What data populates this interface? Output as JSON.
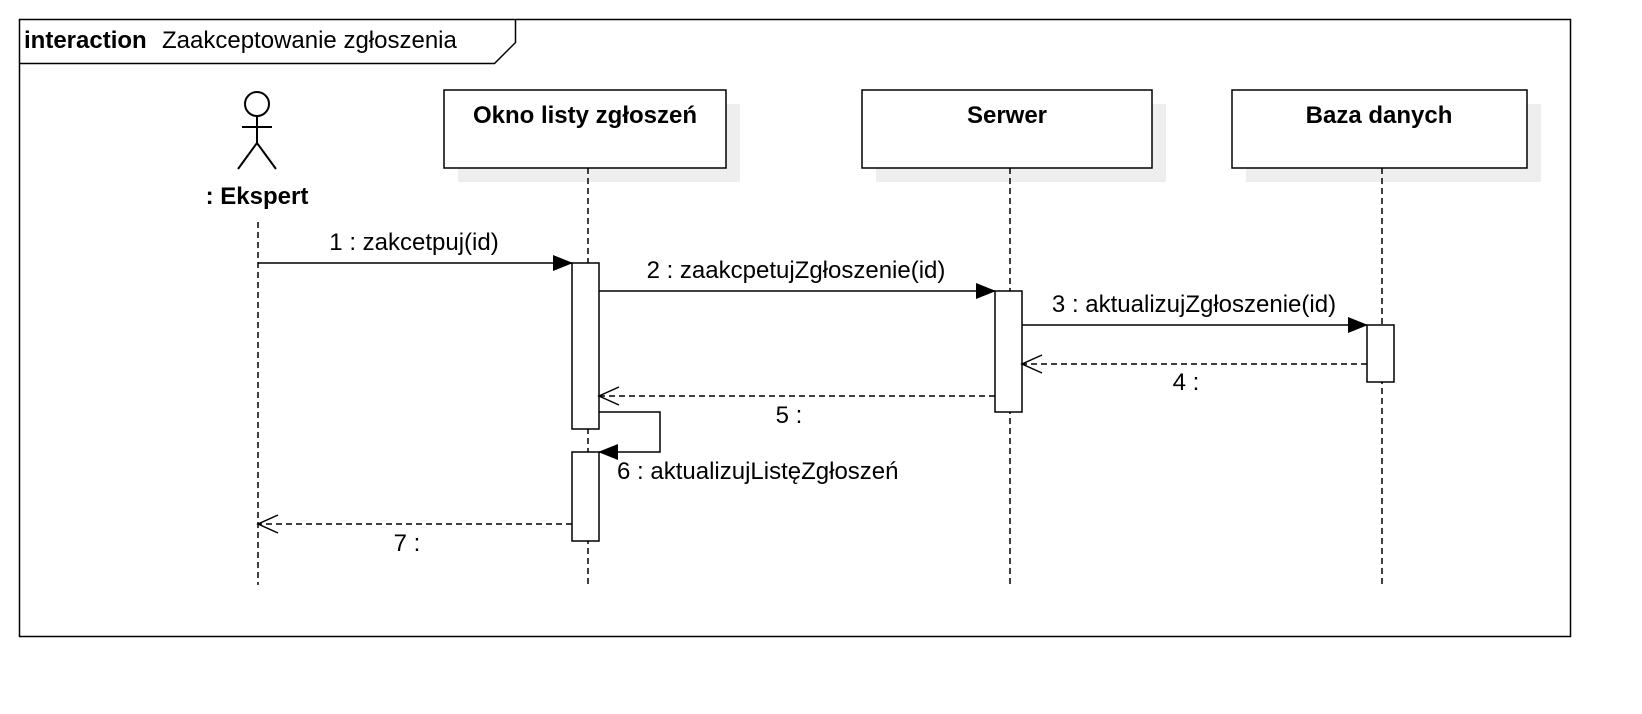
{
  "frame": {
    "keyword": "interaction",
    "name": "Zaakceptowanie zgłoszenia"
  },
  "actor": {
    "label": ": Ekspert"
  },
  "lifelines": [
    {
      "id": "okno",
      "label": "Okno listy zgłoszeń"
    },
    {
      "id": "serwer",
      "label": "Serwer"
    },
    {
      "id": "baza",
      "label": "Baza danych"
    }
  ],
  "messages": [
    {
      "num": 1,
      "label": "1 : zakcetpuj(id)",
      "kind": "sync"
    },
    {
      "num": 2,
      "label": "2 : zaakcpetujZgłoszenie(id)",
      "kind": "sync"
    },
    {
      "num": 3,
      "label": "3 : aktualizujZgłoszenie(id)",
      "kind": "sync"
    },
    {
      "num": 4,
      "label": "4 :",
      "kind": "reply"
    },
    {
      "num": 5,
      "label": "5 :",
      "kind": "reply"
    },
    {
      "num": 6,
      "label": "6 : aktualizujListęZgłoszeń",
      "kind": "self"
    },
    {
      "num": 7,
      "label": "7 :",
      "kind": "reply"
    }
  ],
  "colors": {
    "line": "#000000",
    "shadow": "#eeeeee",
    "fill": "#ffffff"
  }
}
